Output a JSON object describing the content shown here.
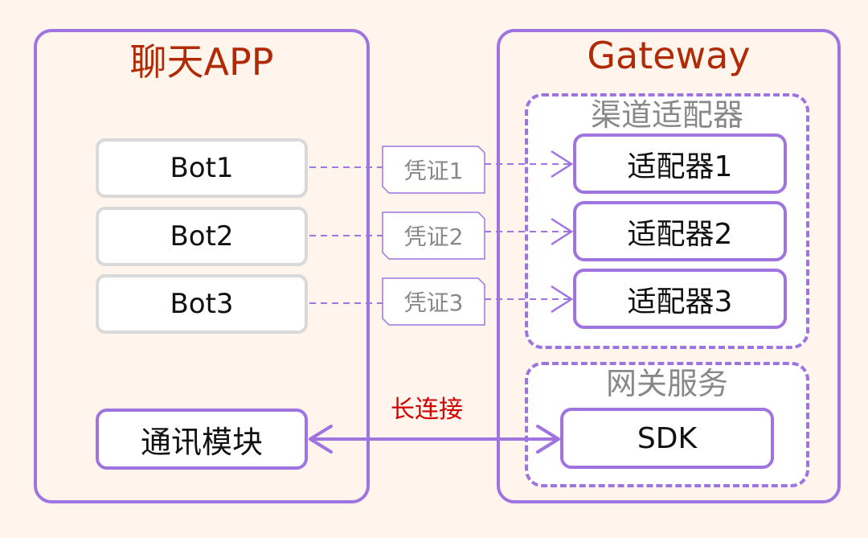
{
  "colors": {
    "background": "#fff5ec",
    "accent_purple": "#9f73e0",
    "title_red": "#b02a05",
    "label_gray": "#888888",
    "connection_red": "#d40000",
    "bot_border": "#d9d9d9"
  },
  "chat_app": {
    "title": "聊天APP",
    "bots": [
      {
        "label": "Bot1"
      },
      {
        "label": "Bot2"
      },
      {
        "label": "Bot3"
      }
    ],
    "comm_module": "通讯模块"
  },
  "credentials": [
    {
      "label": "凭证1"
    },
    {
      "label": "凭证2"
    },
    {
      "label": "凭证3"
    }
  ],
  "gateway": {
    "title": "Gateway",
    "channel_adapters": {
      "label": "渠道适配器",
      "adapters": [
        {
          "label": "适配器1"
        },
        {
          "label": "适配器2"
        },
        {
          "label": "适配器3"
        }
      ]
    },
    "gateway_service": {
      "label": "网关服务",
      "sdk": "SDK"
    }
  },
  "connection": {
    "label": "长连接"
  }
}
